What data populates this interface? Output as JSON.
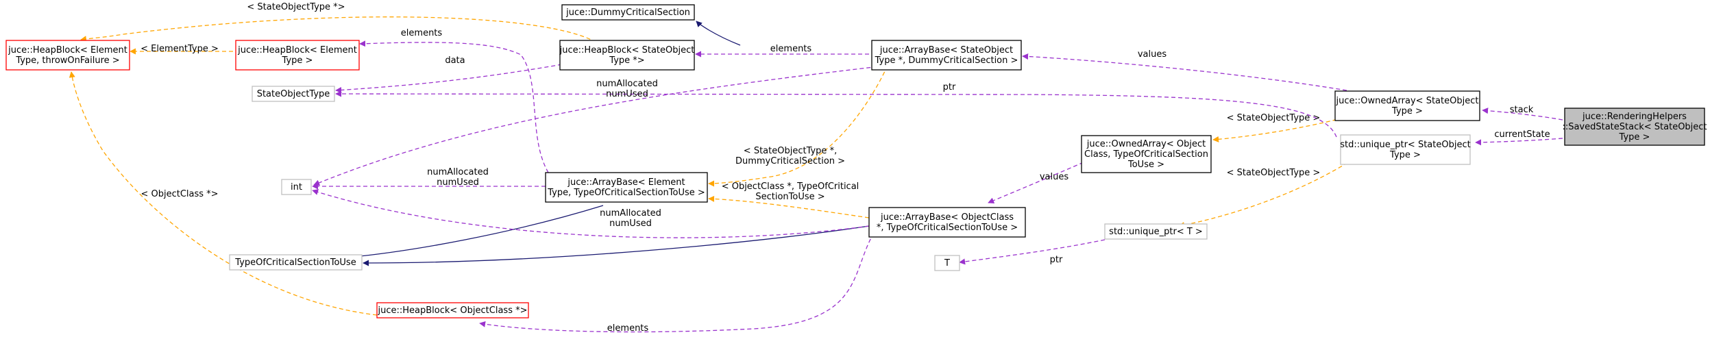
{
  "colors": {
    "node_border_black": "#000000",
    "node_border_red": "#ff0000",
    "node_border_gray": "#bfbfbf",
    "highlight_fill": "#bfbfbf",
    "inherit_edge": "#191970",
    "usage_edge": "#9a32cd",
    "template_edge": "#ffa500"
  },
  "nodes": {
    "heapblock_element_fail": {
      "lines": [
        "juce::HeapBlock< Element",
        "Type, throwOnFailure >"
      ]
    },
    "heapblock_element": {
      "lines": [
        "juce::HeapBlock< Element",
        "Type >"
      ]
    },
    "dummy_cs": {
      "lines": [
        "juce::DummyCriticalSection"
      ]
    },
    "heapblock_state": {
      "lines": [
        "juce::HeapBlock< StateObject",
        "Type *>"
      ]
    },
    "arraybase_state": {
      "lines": [
        "juce::ArrayBase< StateObject",
        "Type *, DummyCriticalSection >"
      ]
    },
    "state_object_type": {
      "lines": [
        "StateObjectType"
      ]
    },
    "int": {
      "lines": [
        "int"
      ]
    },
    "arraybase_element": {
      "lines": [
        "juce::ArrayBase< Element",
        "Type, TypeOfCriticalSectionToUse >"
      ]
    },
    "type_of_cs": {
      "lines": [
        "TypeOfCriticalSectionToUse"
      ]
    },
    "arraybase_object": {
      "lines": [
        "juce::ArrayBase< ObjectClass",
        "*, TypeOfCriticalSectionToUse >"
      ]
    },
    "ownedarray_object": {
      "lines": [
        "juce::OwnedArray< Object",
        "Class, TypeOfCriticalSection",
        "ToUse >"
      ]
    },
    "heapblock_object": {
      "lines": [
        "juce::HeapBlock< ObjectClass *>"
      ]
    },
    "T": {
      "lines": [
        "T"
      ]
    },
    "unique_ptr_T": {
      "lines": [
        "std::unique_ptr< T >"
      ]
    },
    "ownedarray_state": {
      "lines": [
        "juce::OwnedArray< StateObject",
        "Type >"
      ]
    },
    "unique_ptr_state": {
      "lines": [
        "std::unique_ptr< StateObject",
        "Type >"
      ]
    },
    "saved_state_stack": {
      "lines": [
        "juce::RenderingHelpers",
        "::SavedStateStack< StateObject",
        "Type >"
      ]
    }
  },
  "edge_labels": {
    "state_object_type_ptr": [
      "< StateObjectType *>"
    ],
    "element_type": [
      "< ElementType >"
    ],
    "elements_top": [
      "elements"
    ],
    "data": [
      "data"
    ],
    "elements_mid": [
      "elements"
    ],
    "values_top": [
      "values"
    ],
    "num_allocated_top": [
      "numAllocated",
      "numUsed"
    ],
    "ptr_top": [
      "ptr"
    ],
    "stack": [
      "stack"
    ],
    "current_state": [
      "currentState"
    ],
    "state_object_type_tmpl": [
      "< StateObjectType >"
    ],
    "state_object_type_cs": [
      "< StateObjectType *,",
      "DummyCriticalSection >"
    ],
    "num_allocated_left": [
      "numAllocated",
      "numUsed"
    ],
    "object_class_ptr": [
      "< ObjectClass *>"
    ],
    "values_mid": [
      "values"
    ],
    "state_object_type_tmpl2": [
      "< StateObjectType >"
    ],
    "object_class_cs": [
      "< ObjectClass *, TypeOfCritical",
      "SectionToUse >"
    ],
    "num_allocated_bottom": [
      "numAllocated",
      "numUsed"
    ],
    "ptr_bottom": [
      "ptr"
    ],
    "elements_bottom": [
      "elements"
    ]
  }
}
